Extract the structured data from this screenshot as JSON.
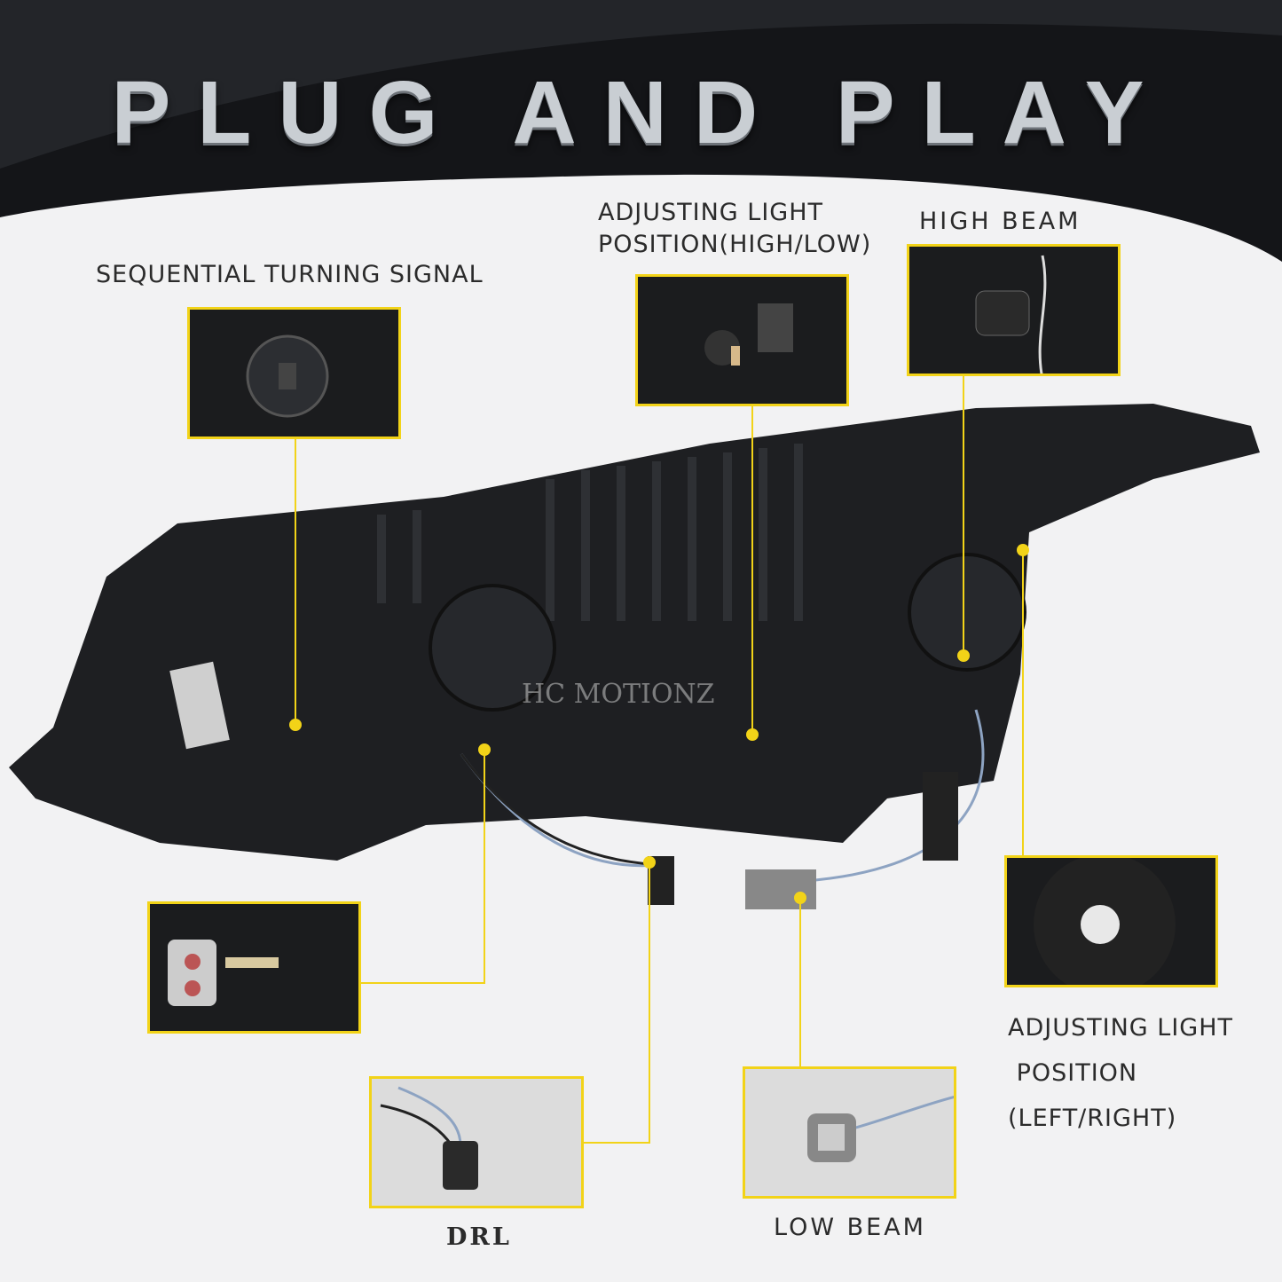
{
  "banner": {
    "title": "PLUG AND PLAY"
  },
  "callouts": {
    "sequential_turning_signal": "SEQUENTIAL TURNING SIGNAL",
    "adjusting_high_low": "ADJUSTING LIGHT\nPOSITION(HIGH/LOW)",
    "high_beam": "HIGH BEAM",
    "adjusting_left_right": "ADJUSTING LIGHT\n POSITION\n(LEFT/RIGHT)",
    "drl": "DRL",
    "low_beam": "LOW BEAM"
  },
  "watermark": "HC MOTIONZ",
  "colors": {
    "accent": "#f2d318",
    "banner": "#141518",
    "product": "#1e1f22"
  }
}
